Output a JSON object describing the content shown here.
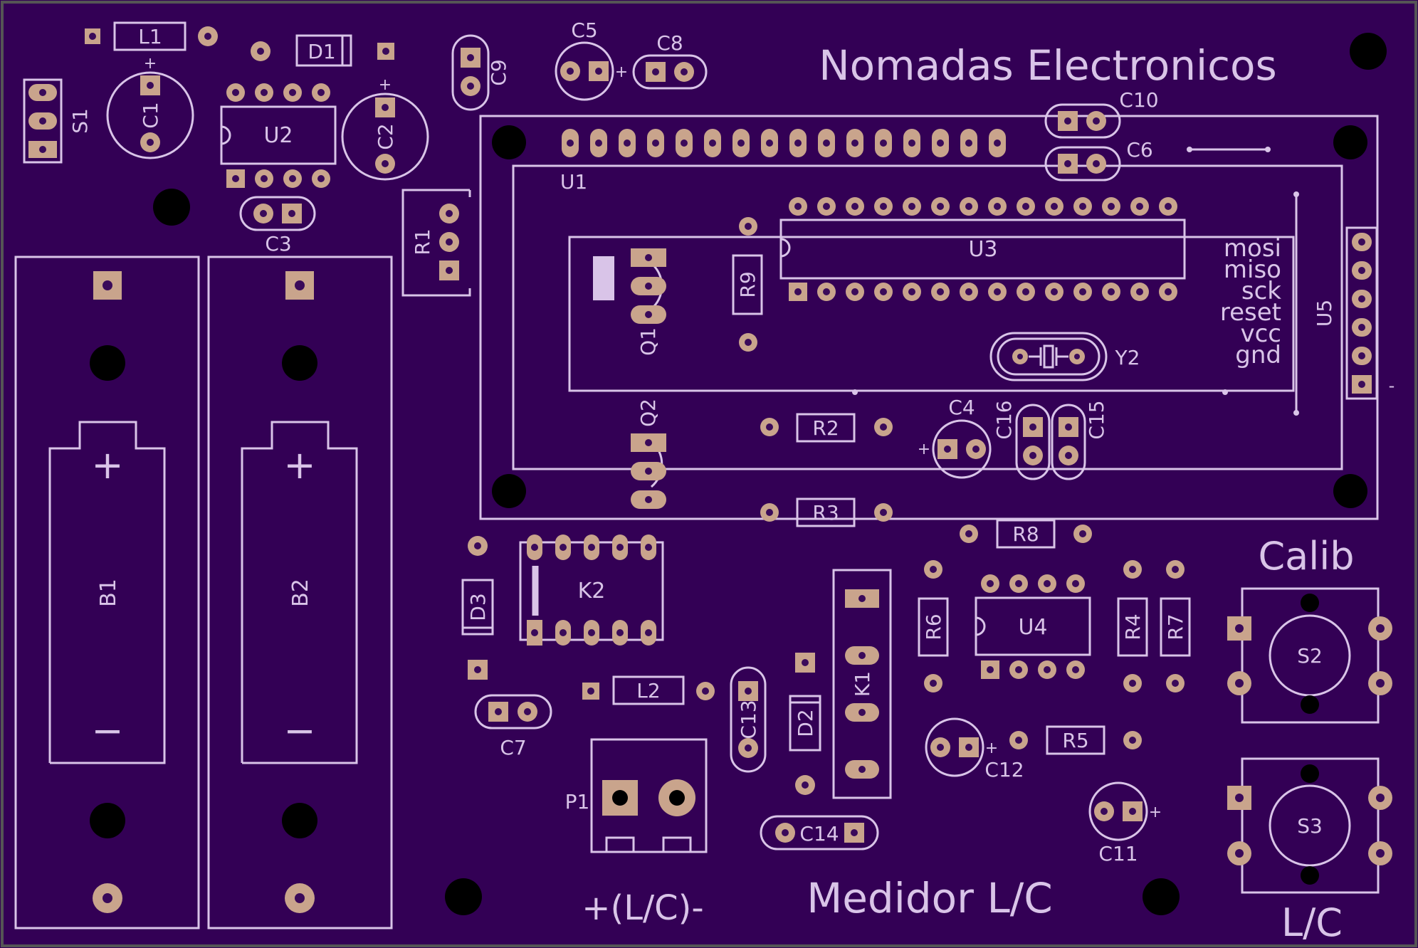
{
  "board": {
    "title": "Nomadas Electronicos",
    "subtitle": "Medidor L/C",
    "label_calib": "Calib",
    "label_lc": "L/C",
    "label_power": "+(L/C)-",
    "colors": {
      "board": "#330055",
      "silk": "#d9c4e8",
      "pad": "#c9a48c"
    }
  },
  "designators": {
    "L1": "L1",
    "D1": "D1",
    "C9": "C9",
    "C5": "C5",
    "C8": "C8",
    "S1": "S1",
    "C1": "C1",
    "U2": "U2",
    "C2": "C2",
    "C3": "C3",
    "R1": "R1",
    "U1": "U1",
    "C10": "C10",
    "C6": "C6",
    "U3": "U3",
    "U5": "U5",
    "Q1": "Q1",
    "R9": "R9",
    "Y2": "Y2",
    "Q2": "Q2",
    "R2": "R2",
    "C4": "C4",
    "C16": "C16",
    "C15": "C15",
    "R3": "R3",
    "R8": "R8",
    "B1": "B1",
    "B2": "B2",
    "K2": "K2",
    "D3": "D3",
    "R6": "R6",
    "U4": "U4",
    "R4": "R4",
    "R7": "R7",
    "S2": "S2",
    "S3": "S3",
    "L2": "L2",
    "C13": "C13",
    "D2": "D2",
    "K1": "K1",
    "C7": "C7",
    "C12": "C12",
    "R5": "R5",
    "P1": "P1",
    "C14": "C14",
    "C11": "C11"
  },
  "isp_labels": [
    "mosi",
    "miso",
    "sck",
    "reset",
    "vcc",
    "gnd"
  ],
  "polarity": {
    "plus": "+",
    "minus": "−",
    "dash": "-"
  }
}
